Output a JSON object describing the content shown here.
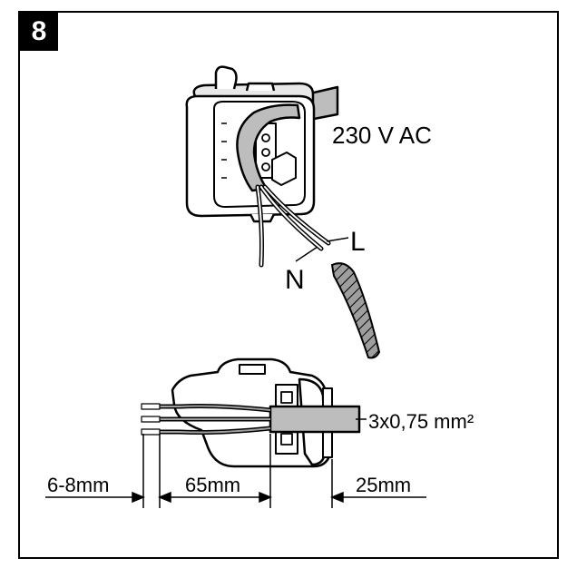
{
  "step_number": "8",
  "labels": {
    "voltage": "230 V AC",
    "live": "L",
    "neutral": "N",
    "cable_spec": "3x0,75 mm²",
    "strip_length": "6-8mm",
    "jacket_length": "65mm",
    "outer_length": "25mm"
  },
  "colors": {
    "ink": "#000000",
    "cable_fill": "#bdbdbd",
    "box_fill": "#ffffff"
  }
}
